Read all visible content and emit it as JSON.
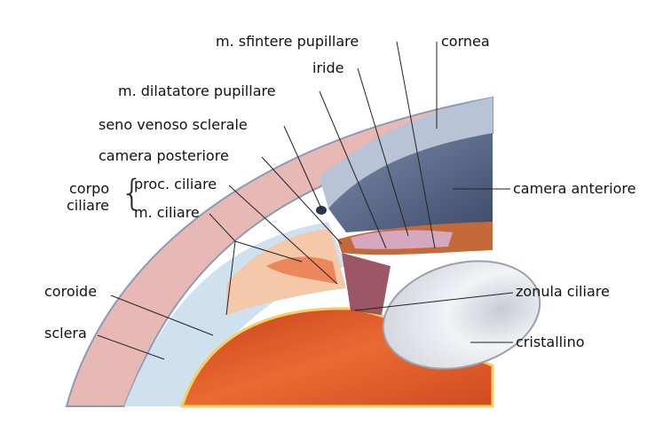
{
  "labels": {
    "sfintere": "m. sfintere pupillare",
    "cornea": "cornea",
    "iride": "iride",
    "dilatatore": "m. dilatatore pupillare",
    "seno": "seno venoso sclerale",
    "camera_posteriore": "camera posteriore",
    "corpo": "corpo",
    "ciliare": "ciliare",
    "proc_ciliare": "proc. ciliare",
    "m_ciliare": "m. ciliare",
    "camera_anteriore": "camera anteriore",
    "coroide": "coroide",
    "zonula": "zonula ciliare",
    "sclera": "sclera",
    "cristallino": "cristallino"
  },
  "colors": {
    "sclera": "#e8b8b4",
    "cornea": "#b9c3d6",
    "anterior_chamber": "#4f5f82",
    "vitreous": "#e4582a",
    "lens": "#e6e8ee",
    "iris": "#c46a3a",
    "ciliary": "#f4c8a8",
    "leader": "#222222"
  }
}
